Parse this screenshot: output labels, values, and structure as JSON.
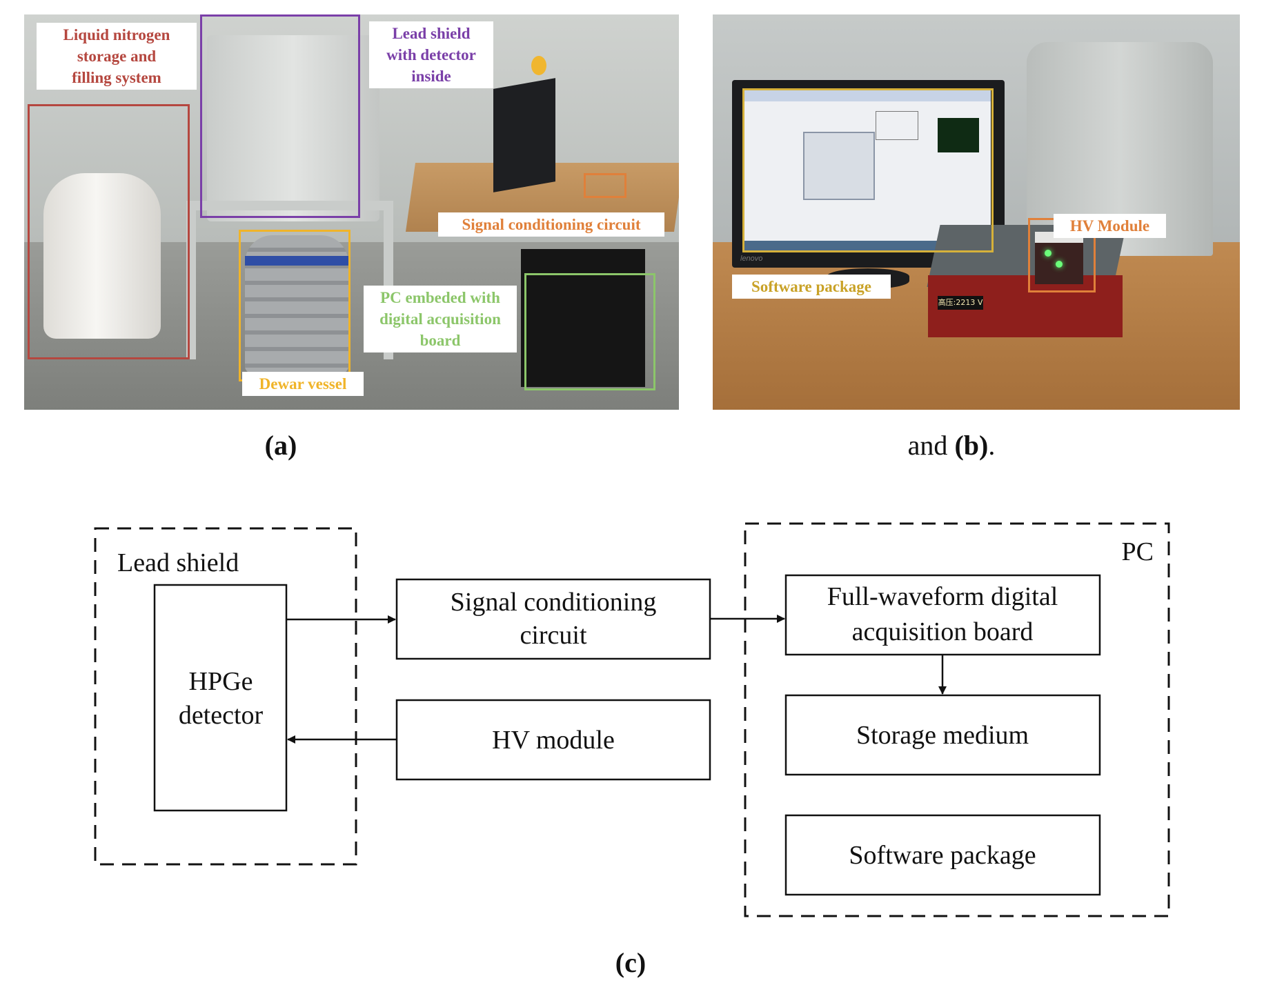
{
  "figure": {
    "panel_a": {
      "caption": "(a)",
      "labels": [
        {
          "id": "liquid-nitrogen",
          "lines": [
            "Liquid nitrogen",
            "storage and",
            "filling system"
          ],
          "color": "#b5473f"
        },
        {
          "id": "lead-shield",
          "lines": [
            "Lead shield",
            "with detector",
            "inside"
          ],
          "color": "#7a3fa8"
        },
        {
          "id": "signal-conditioning",
          "lines": [
            "Signal conditioning circuit"
          ],
          "color": "#e0803a"
        },
        {
          "id": "pc",
          "lines": [
            "PC embeded with",
            "digital acquisition",
            "board"
          ],
          "color": "#8cc66a"
        },
        {
          "id": "dewar",
          "lines": [
            "Dewar vessel"
          ],
          "color": "#f0b429"
        }
      ]
    },
    "panel_b": {
      "caption_prefix": "and ",
      "caption_bold": "(b)",
      "caption_suffix": ".",
      "labels": [
        {
          "id": "software-package",
          "lines": [
            "Software package"
          ],
          "color": "#c9a227"
        },
        {
          "id": "hv-module",
          "lines": [
            "HV Module"
          ],
          "color": "#e0803a"
        }
      ],
      "hv_display": "高压:2213 V",
      "monitor_brand": "lenovo"
    },
    "panel_c": {
      "caption": "(c)",
      "groups": [
        {
          "id": "lead-shield",
          "label": "Lead shield"
        },
        {
          "id": "pc",
          "label": "PC"
        }
      ],
      "blocks": [
        {
          "id": "hpge-detector",
          "lines": [
            "HPGe",
            "detector"
          ]
        },
        {
          "id": "signal-conditioning-circuit",
          "lines": [
            "Signal conditioning",
            "circuit"
          ]
        },
        {
          "id": "hv-module",
          "lines": [
            "HV module"
          ]
        },
        {
          "id": "digital-acquisition-board",
          "lines": [
            "Full-waveform digital",
            "acquisition board"
          ]
        },
        {
          "id": "storage-medium",
          "lines": [
            "Storage medium"
          ]
        },
        {
          "id": "software-package",
          "lines": [
            "Software package"
          ]
        }
      ],
      "edges": [
        {
          "from": "hpge-detector",
          "to": "signal-conditioning-circuit"
        },
        {
          "from": "signal-conditioning-circuit",
          "to": "digital-acquisition-board"
        },
        {
          "from": "hv-module",
          "to": "hpge-detector"
        },
        {
          "from": "digital-acquisition-board",
          "to": "storage-medium"
        }
      ]
    }
  }
}
